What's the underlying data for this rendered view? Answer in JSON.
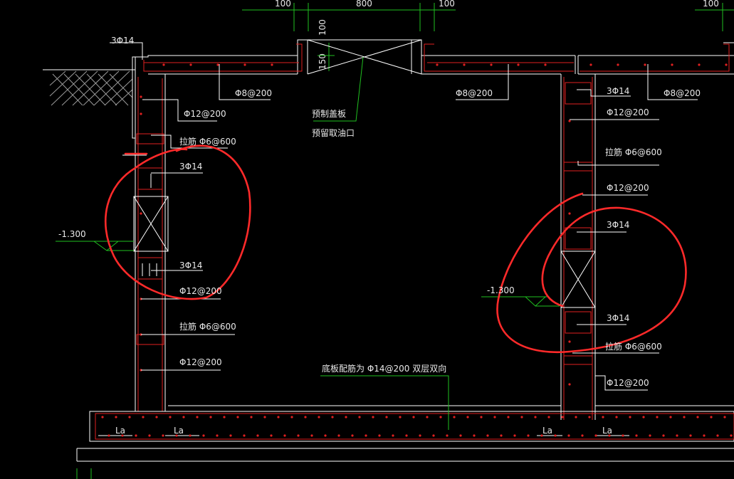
{
  "dimensions": {
    "dim_left": "100",
    "dim_mid": "800",
    "dim_right": "100",
    "dim_far": "100",
    "dim_v1": "100",
    "dim_v2": "150"
  },
  "left_wall": {
    "top_bars": "3Φ14",
    "bar_12_top": "Φ12@200",
    "tie_top": "拉筋 Φ6@600",
    "bars_upper": "3Φ14",
    "level": "-1.300",
    "bars_lower": "3Φ14",
    "bar_12_mid": "Φ12@200",
    "tie_bottom": "拉筋 Φ6@600",
    "bar_12_bottom": "Φ12@200"
  },
  "right_wall": {
    "bars_top": "3Φ14",
    "bar_12_top": "Φ12@200",
    "tie_top": "拉筋 Φ6@600",
    "bar_12_mid": "Φ12@200",
    "bars_upper": "3Φ14",
    "level": "-1.300",
    "bars_lower": "3Φ14",
    "tie_bottom": "拉筋 Φ6@600",
    "bar_12_bottom": "Φ12@200"
  },
  "roof": {
    "bar_left": "Φ8@200",
    "bar_mid": "Φ8@200",
    "bar_right": "Φ8@200",
    "cover_note_1": "预制盖板",
    "cover_note_2": "预留取油口"
  },
  "base": {
    "note": "底板配筋为  Φ14@200  双层双向",
    "la_1": "La",
    "la_2": "La",
    "la_3": "La",
    "la_4": "La"
  },
  "colors": {
    "linework": "#ffffff",
    "rebar": "#e02020",
    "leader": "#20c020",
    "markup": "#ff2a2a"
  }
}
